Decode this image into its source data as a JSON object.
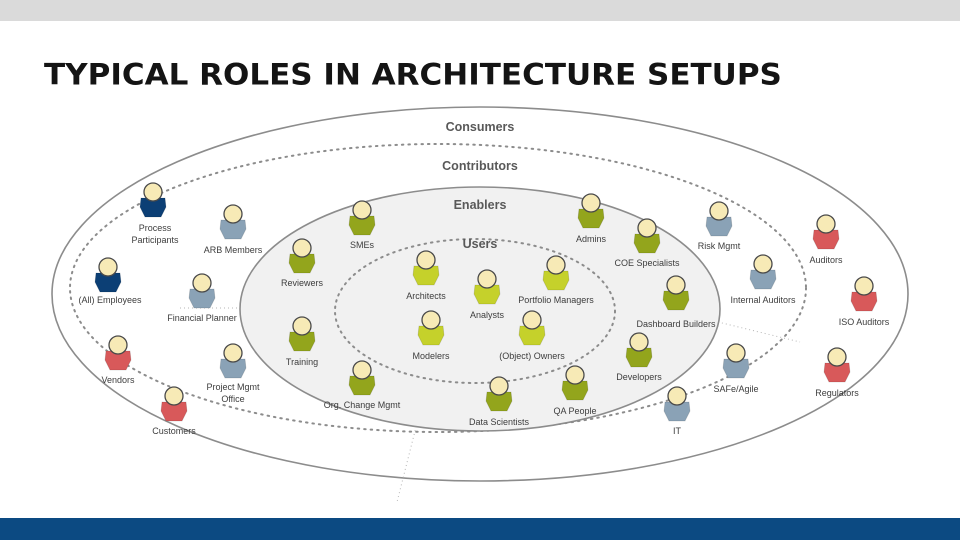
{
  "title": "TYPICAL ROLES IN ARCHITECTURE SETUPS",
  "colors": {
    "top_bar": "#dadada",
    "bottom_bar": "#0c4a82",
    "ring_stroke": "#8c8c8c",
    "enablers_fill": "#f1f1f1",
    "head": "#f7eab6",
    "olive": "#93a51c",
    "lime": "#c5d12b",
    "slate": "#8aa2b6",
    "navy": "#0c3f75",
    "red": "#d8595a"
  },
  "rings": [
    {
      "key": "consumers",
      "label": "Consumers"
    },
    {
      "key": "contributors",
      "label": "Contributors"
    },
    {
      "key": "enablers",
      "label": "Enablers"
    },
    {
      "key": "users",
      "label": "Users"
    }
  ],
  "roles": [
    {
      "name": "process-participants",
      "lines": [
        "Process",
        "Participants"
      ],
      "color": "navy"
    },
    {
      "name": "all-employees",
      "lines": [
        "(All) Employees"
      ],
      "color": "navy"
    },
    {
      "name": "vendors",
      "lines": [
        "Vendors"
      ],
      "color": "red"
    },
    {
      "name": "customers",
      "lines": [
        "Customers"
      ],
      "color": "red"
    },
    {
      "name": "arb-members",
      "lines": [
        "ARB Members"
      ],
      "color": "slate"
    },
    {
      "name": "financial-planner",
      "lines": [
        "Financial Planner"
      ],
      "color": "slate"
    },
    {
      "name": "project-mgmt-office",
      "lines": [
        "Project Mgmt",
        "Office"
      ],
      "color": "slate"
    },
    {
      "name": "reviewers",
      "lines": [
        "Reviewers"
      ],
      "color": "olive"
    },
    {
      "name": "training",
      "lines": [
        "Training"
      ],
      "color": "olive"
    },
    {
      "name": "smes",
      "lines": [
        "SMEs"
      ],
      "color": "olive"
    },
    {
      "name": "org-change-mgmt",
      "lines": [
        "Org. Change Mgmt"
      ],
      "color": "olive"
    },
    {
      "name": "architects",
      "lines": [
        "Architects"
      ],
      "color": "lime"
    },
    {
      "name": "analysts",
      "lines": [
        "Analysts"
      ],
      "color": "lime"
    },
    {
      "name": "portfolio-managers",
      "lines": [
        "Portfolio Managers"
      ],
      "color": "lime"
    },
    {
      "name": "modelers",
      "lines": [
        "Modelers"
      ],
      "color": "lime"
    },
    {
      "name": "object-owners",
      "lines": [
        "(Object) Owners"
      ],
      "color": "lime"
    },
    {
      "name": "data-scientists",
      "lines": [
        "Data Scientists"
      ],
      "color": "olive"
    },
    {
      "name": "qa-people",
      "lines": [
        "QA People"
      ],
      "color": "olive"
    },
    {
      "name": "admins",
      "lines": [
        "Admins"
      ],
      "color": "olive"
    },
    {
      "name": "coe-specialists",
      "lines": [
        "COE Specialists"
      ],
      "color": "olive"
    },
    {
      "name": "dashboard-builders",
      "lines": [
        "Dashboard Builders"
      ],
      "color": "olive"
    },
    {
      "name": "developers",
      "lines": [
        "Developers"
      ],
      "color": "olive"
    },
    {
      "name": "risk-mgmt",
      "lines": [
        "Risk Mgmt"
      ],
      "color": "slate"
    },
    {
      "name": "internal-auditors",
      "lines": [
        "Internal Auditors"
      ],
      "color": "slate"
    },
    {
      "name": "safe-agile",
      "lines": [
        "SAFe/Agile"
      ],
      "color": "slate"
    },
    {
      "name": "it",
      "lines": [
        "IT"
      ],
      "color": "slate"
    },
    {
      "name": "auditors",
      "lines": [
        "Auditors"
      ],
      "color": "red"
    },
    {
      "name": "iso-auditors",
      "lines": [
        "ISO Auditors"
      ],
      "color": "red"
    },
    {
      "name": "regulators",
      "lines": [
        "Regulators"
      ],
      "color": "red"
    }
  ]
}
